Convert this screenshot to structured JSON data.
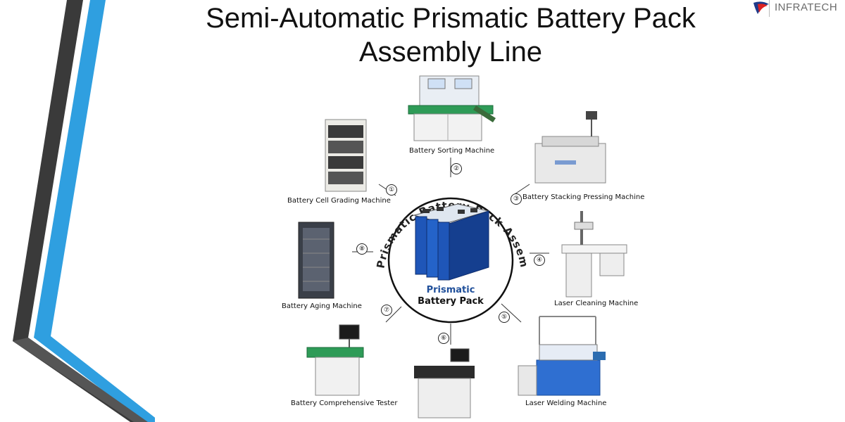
{
  "title": {
    "line1": "Semi-Automatic Prismatic Battery Pack",
    "line2": "Assembly Line"
  },
  "logo": {
    "text": "INFRATECH"
  },
  "ring_text": "Prismatic Battery Pack Assembly Line",
  "center": {
    "line1": "Prismatic",
    "line2": "Battery Pack"
  },
  "stations": [
    {
      "num": "①",
      "label": "Battery Cell Grading Machine"
    },
    {
      "num": "②",
      "label": "Battery Sorting Machine"
    },
    {
      "num": "③",
      "label": "Battery Stacking Pressing Machine"
    },
    {
      "num": "④",
      "label": "Laser Cleaning Machine"
    },
    {
      "num": "⑤",
      "label": "Laser Welding Machine"
    },
    {
      "num": "⑥",
      "label": ""
    },
    {
      "num": "⑦",
      "label": "Battery Comprehensive Tester"
    },
    {
      "num": "⑧",
      "label": "Battery Aging Machine"
    }
  ],
  "colors": {
    "accent_blue": "#2f9fe0",
    "dark_stripe": "#3a3a3a",
    "pack_blue": "#1f4f9a"
  }
}
